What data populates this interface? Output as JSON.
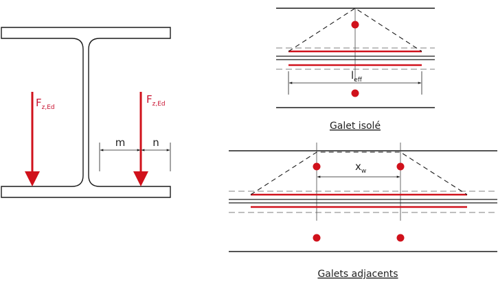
{
  "colors": {
    "line": "#1a1a1a",
    "red": "#d0111b",
    "dashed_gray": "#555555"
  },
  "ibeam": {
    "force_left": {
      "main": "F",
      "sub": "z,Ed"
    },
    "force_right": {
      "main": "F",
      "sub": "z,Ed"
    },
    "dim_m": "m",
    "dim_n": "n"
  },
  "galet_isole": {
    "dim_main": "l",
    "dim_sub": "eff",
    "caption": "Galet isolé"
  },
  "galets_adjacents": {
    "dim_main": "x",
    "dim_sub": "w",
    "caption": "Galets adjacents"
  }
}
